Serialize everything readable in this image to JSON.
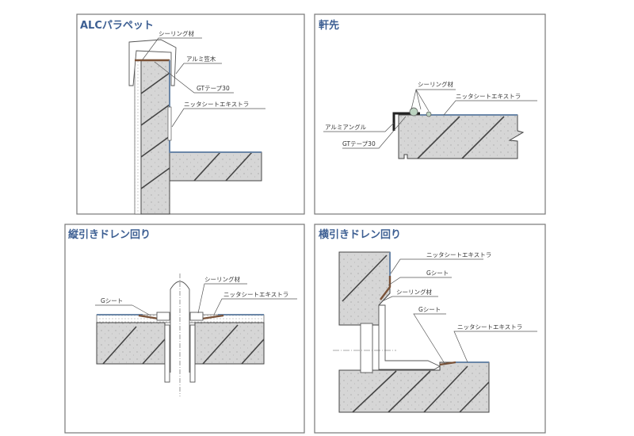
{
  "panels": [
    {
      "title": "ALCパラペット",
      "labels": [
        "シーリング材",
        "アルミ笠木",
        "GTテープ30",
        "ニッタシートエキストラ"
      ]
    },
    {
      "title": "軒先",
      "labels": [
        "シーリング材",
        "ニッタシートエキストラ",
        "アルミアングル",
        "GTテープ30"
      ]
    },
    {
      "title": "縦引きドレン回り",
      "labels": [
        "Gシート",
        "シーリング材",
        "ニッタシートエキストラ"
      ]
    },
    {
      "title": "横引きドレン回り",
      "labels": [
        "ニッタシートエキストラ",
        "Gシート",
        "シーリング材",
        "Gシート",
        "ニッタシートエキストラ"
      ]
    }
  ],
  "colors": {
    "title": "#3d5f93",
    "concrete": "#d6d6d6",
    "sheet": "#6b87a8",
    "g_sheet": "#7a5238"
  }
}
